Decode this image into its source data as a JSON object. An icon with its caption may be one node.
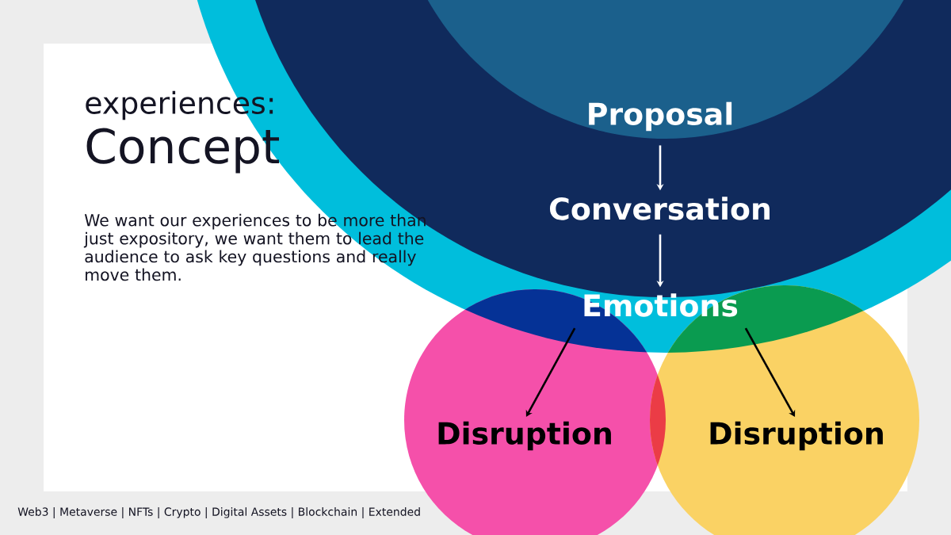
{
  "diagram": {
    "title": "experiences:",
    "nodes": [
      {
        "text": [
          "Proposal"
        ]
      },
      {
        "text": [
          "Conversation"
        ]
      },
      {
        "text": [
          "Emotions"
        ]
      },
      {
        "text": [
          "Disruption"
        ]
      },
      {
        "text": [
          "Disruption"
        ]
      }
    ],
    "edges": [
      {
        "from": 0,
        "to": 1,
        "arrow": "to",
        "color": "#ffffff"
      },
      {
        "from": 1,
        "to": 2,
        "arrow": "to",
        "color": "#ffffff"
      },
      {
        "from": 2,
        "to": 3,
        "arrow": "to",
        "color": "#000000"
      },
      {
        "from": 2,
        "to": 4,
        "arrow": "to",
        "color": "#000000"
      }
    ],
    "labels": [
      "Concept",
      "We want our experiences to be more than just expository, we want them to lead the audience to ask key questions and really move them.",
      "Web3 | Metaverse | NFTs | Crypto | Digital Assets | Blockchain | Extended"
    ]
  }
}
